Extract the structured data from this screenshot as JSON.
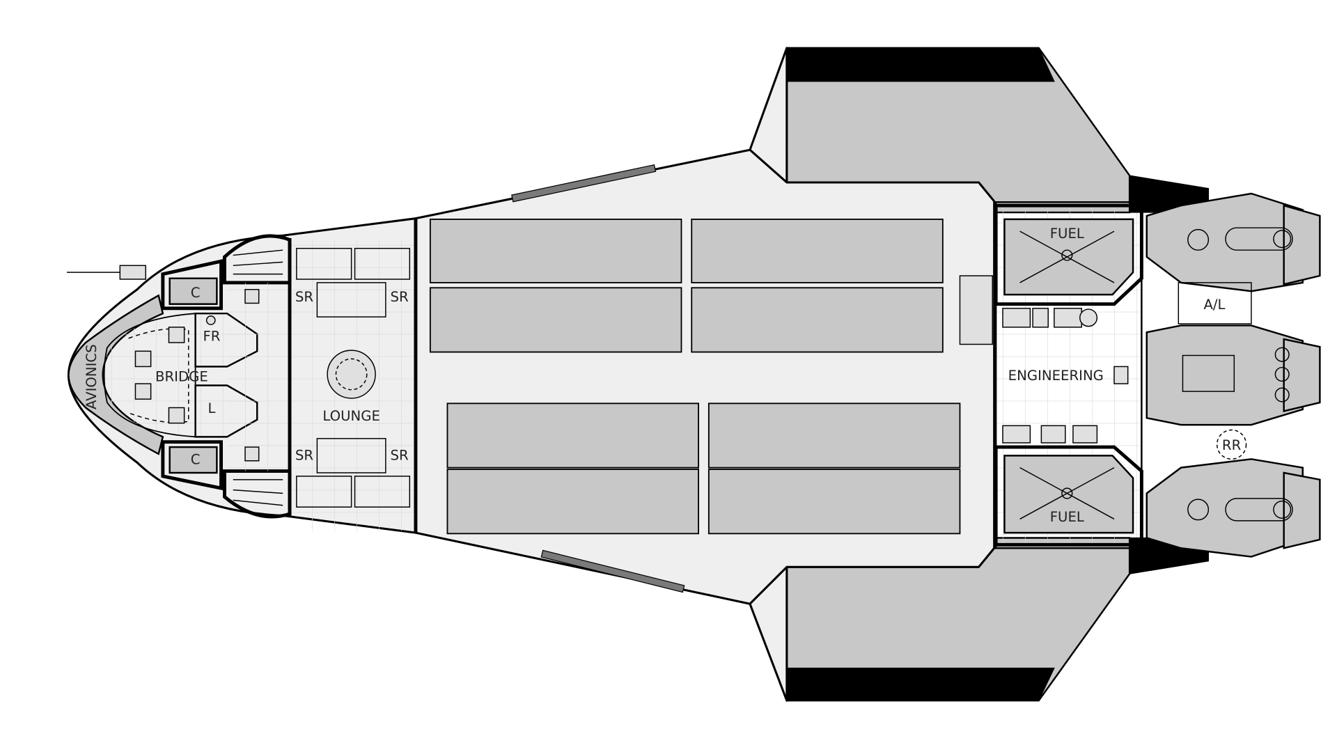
{
  "diagram": {
    "labels": {
      "avionics": "AVIONICS",
      "bridge": "BRIDGE",
      "fr": "FR",
      "l": "L",
      "c_top": "C",
      "c_bottom": "C",
      "lounge": "LOUNGE",
      "sr_top_left": "SR",
      "sr_top_right": "SR",
      "sr_bottom_left": "SR",
      "sr_bottom_right": "SR",
      "fuel_top": "FUEL",
      "fuel_bottom": "FUEL",
      "engineering": "ENGINEERING",
      "airlock": "A/L",
      "rr": "RR"
    },
    "colors": {
      "hull_fill": "#efefef",
      "bay_fill": "#c8c8c8",
      "wing_tip": "#000000",
      "strip": "#7a7a7a"
    }
  }
}
